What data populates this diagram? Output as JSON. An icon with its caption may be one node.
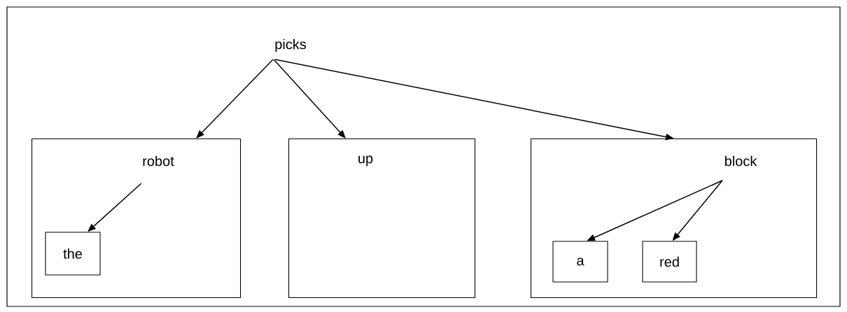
{
  "diagram": {
    "nodes": [
      {
        "text": [
          "picks"
        ]
      },
      {
        "text": [
          "robot"
        ]
      },
      {
        "text": [
          "the"
        ],
        "in": 1
      },
      {
        "text": [
          "up"
        ]
      },
      {
        "text": [
          "block"
        ]
      },
      {
        "text": [
          "a"
        ],
        "in": 4
      },
      {
        "text": [
          "red"
        ],
        "in": 4
      }
    ],
    "edges": [
      {
        "from": 0,
        "to": 1,
        "arrow": "to"
      },
      {
        "from": 0,
        "to": 3,
        "arrow": "to"
      },
      {
        "from": 0,
        "to": 4,
        "arrow": "to"
      },
      {
        "from": 1,
        "to": 2,
        "arrow": "to"
      },
      {
        "from": 4,
        "to": 5,
        "arrow": "to"
      },
      {
        "from": 4,
        "to": 6,
        "arrow": "to"
      }
    ]
  }
}
